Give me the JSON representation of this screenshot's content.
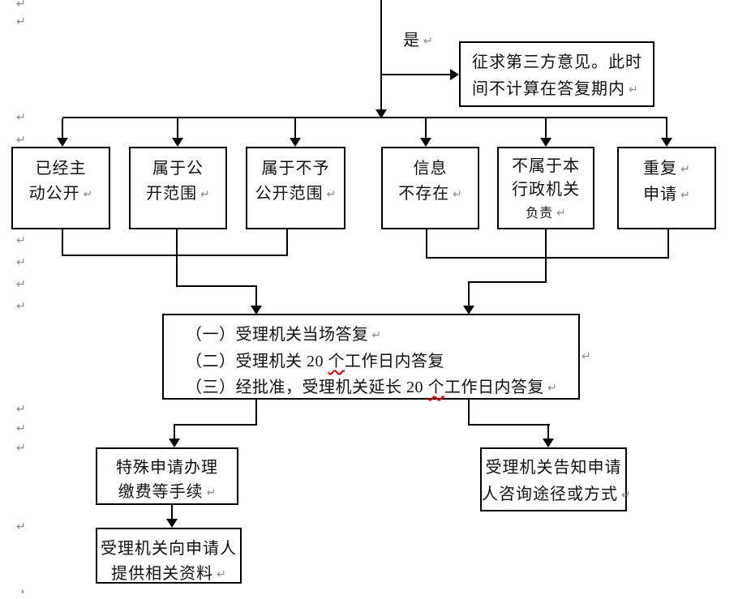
{
  "marks": {
    "return_glyph": "↵"
  },
  "colors": {
    "line": "#000000",
    "text": "#111111",
    "paragraph_mark": "#8a8a8a",
    "misspell_underline": "#e00000",
    "background": "#ffffff"
  },
  "top": {
    "yes_label": "是",
    "third_party_box": {
      "lines": [
        "征求第三方意见。此时",
        "间不计算在答复期内"
      ]
    }
  },
  "row_boxes": [
    {
      "name": "already-proactively-disclosed",
      "lines": [
        "已经主",
        "动公开"
      ]
    },
    {
      "name": "within-disclosure-scope",
      "lines": [
        "属于公",
        "开范围"
      ]
    },
    {
      "name": "within-non-disclosure-scope",
      "lines": [
        "属于不予",
        "公开范围"
      ]
    },
    {
      "name": "information-not-exist",
      "lines": [
        "信息",
        "不存在"
      ]
    },
    {
      "name": "not-this-agency-responsibility",
      "lines": [
        "不属于本",
        "行政机关",
        "负责"
      ]
    },
    {
      "name": "repeated-application",
      "lines": [
        "重复",
        "申请"
      ]
    }
  ],
  "answer_box": {
    "line1": "（一）受理机关当场答复",
    "line2": {
      "pre": "（二）受理机关 20 ",
      "marked": "个",
      "post": "工作日内答复"
    },
    "line3": {
      "pre": "（三）经批准，受理机关延长 20 ",
      "marked": "个",
      "post": "工作日内答复"
    }
  },
  "special_procedure_box": {
    "lines": [
      "特殊申请办理",
      "缴费等手续"
    ]
  },
  "provide_materials_box": {
    "lines": [
      "受理机关向申请人",
      "提供相关资料"
    ]
  },
  "inform_consult_box": {
    "lines": [
      "受理机关告知申请",
      "人咨询途径或方式"
    ]
  }
}
